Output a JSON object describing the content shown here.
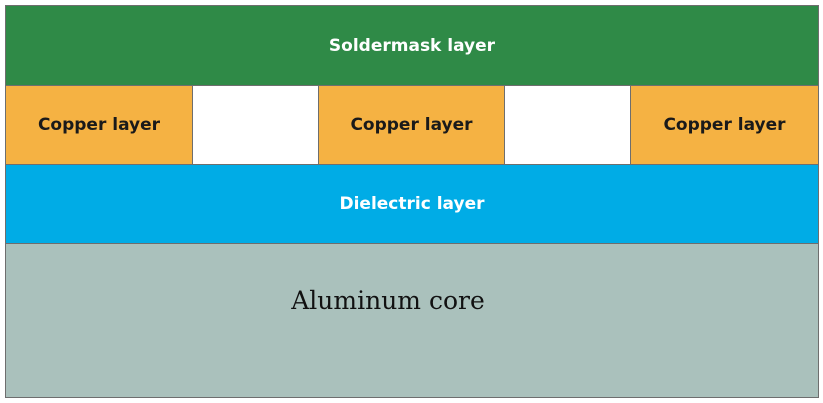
{
  "layers": {
    "soldermask": {
      "label": "Soldermask layer"
    },
    "copper": [
      {
        "label": "Copper layer"
      },
      {
        "label": "Copper layer"
      },
      {
        "label": "Copper layer"
      }
    ],
    "dielectric": {
      "label": "Dielectric layer"
    },
    "aluminum": {
      "label": "Aluminum core"
    }
  },
  "colors": {
    "soldermask": "#2f8a47",
    "copper": "#f5b243",
    "dielectric": "#00ace6",
    "aluminum": "#aac1bc"
  }
}
